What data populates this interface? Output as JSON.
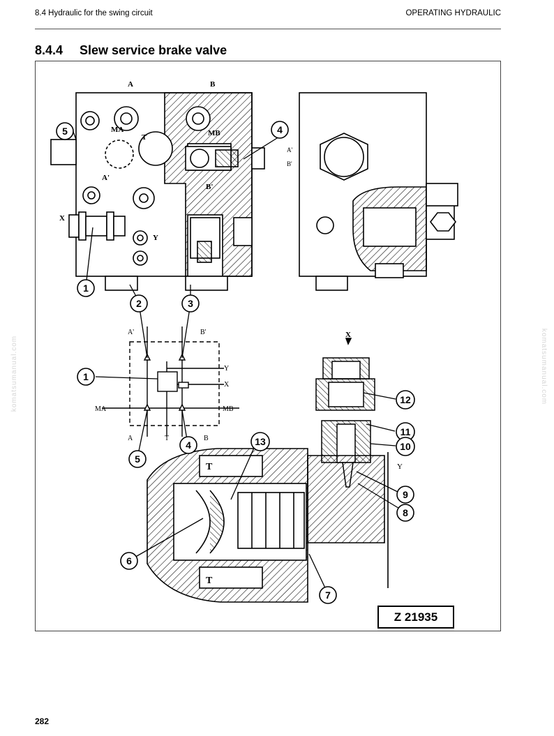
{
  "header": {
    "left": "8.4 Hydraulic for the swing circuit",
    "right": "OPERATING HYDRAULIC"
  },
  "section": {
    "number": "8.4.4",
    "title": "Slew service brake valve"
  },
  "figure": {
    "id": "Z 21935",
    "port_labels": {
      "A": "A",
      "B": "B",
      "MA": "MA",
      "MB": "MB",
      "T": "T",
      "A_prime": "A'",
      "B_prime": "B'",
      "X": "X",
      "Y": "Y"
    },
    "callouts": [
      "1",
      "2",
      "3",
      "4",
      "5",
      "6",
      "7",
      "8",
      "9",
      "10",
      "11",
      "12",
      "13"
    ]
  },
  "watermark": "komatsumanual.com",
  "page_number": "282"
}
